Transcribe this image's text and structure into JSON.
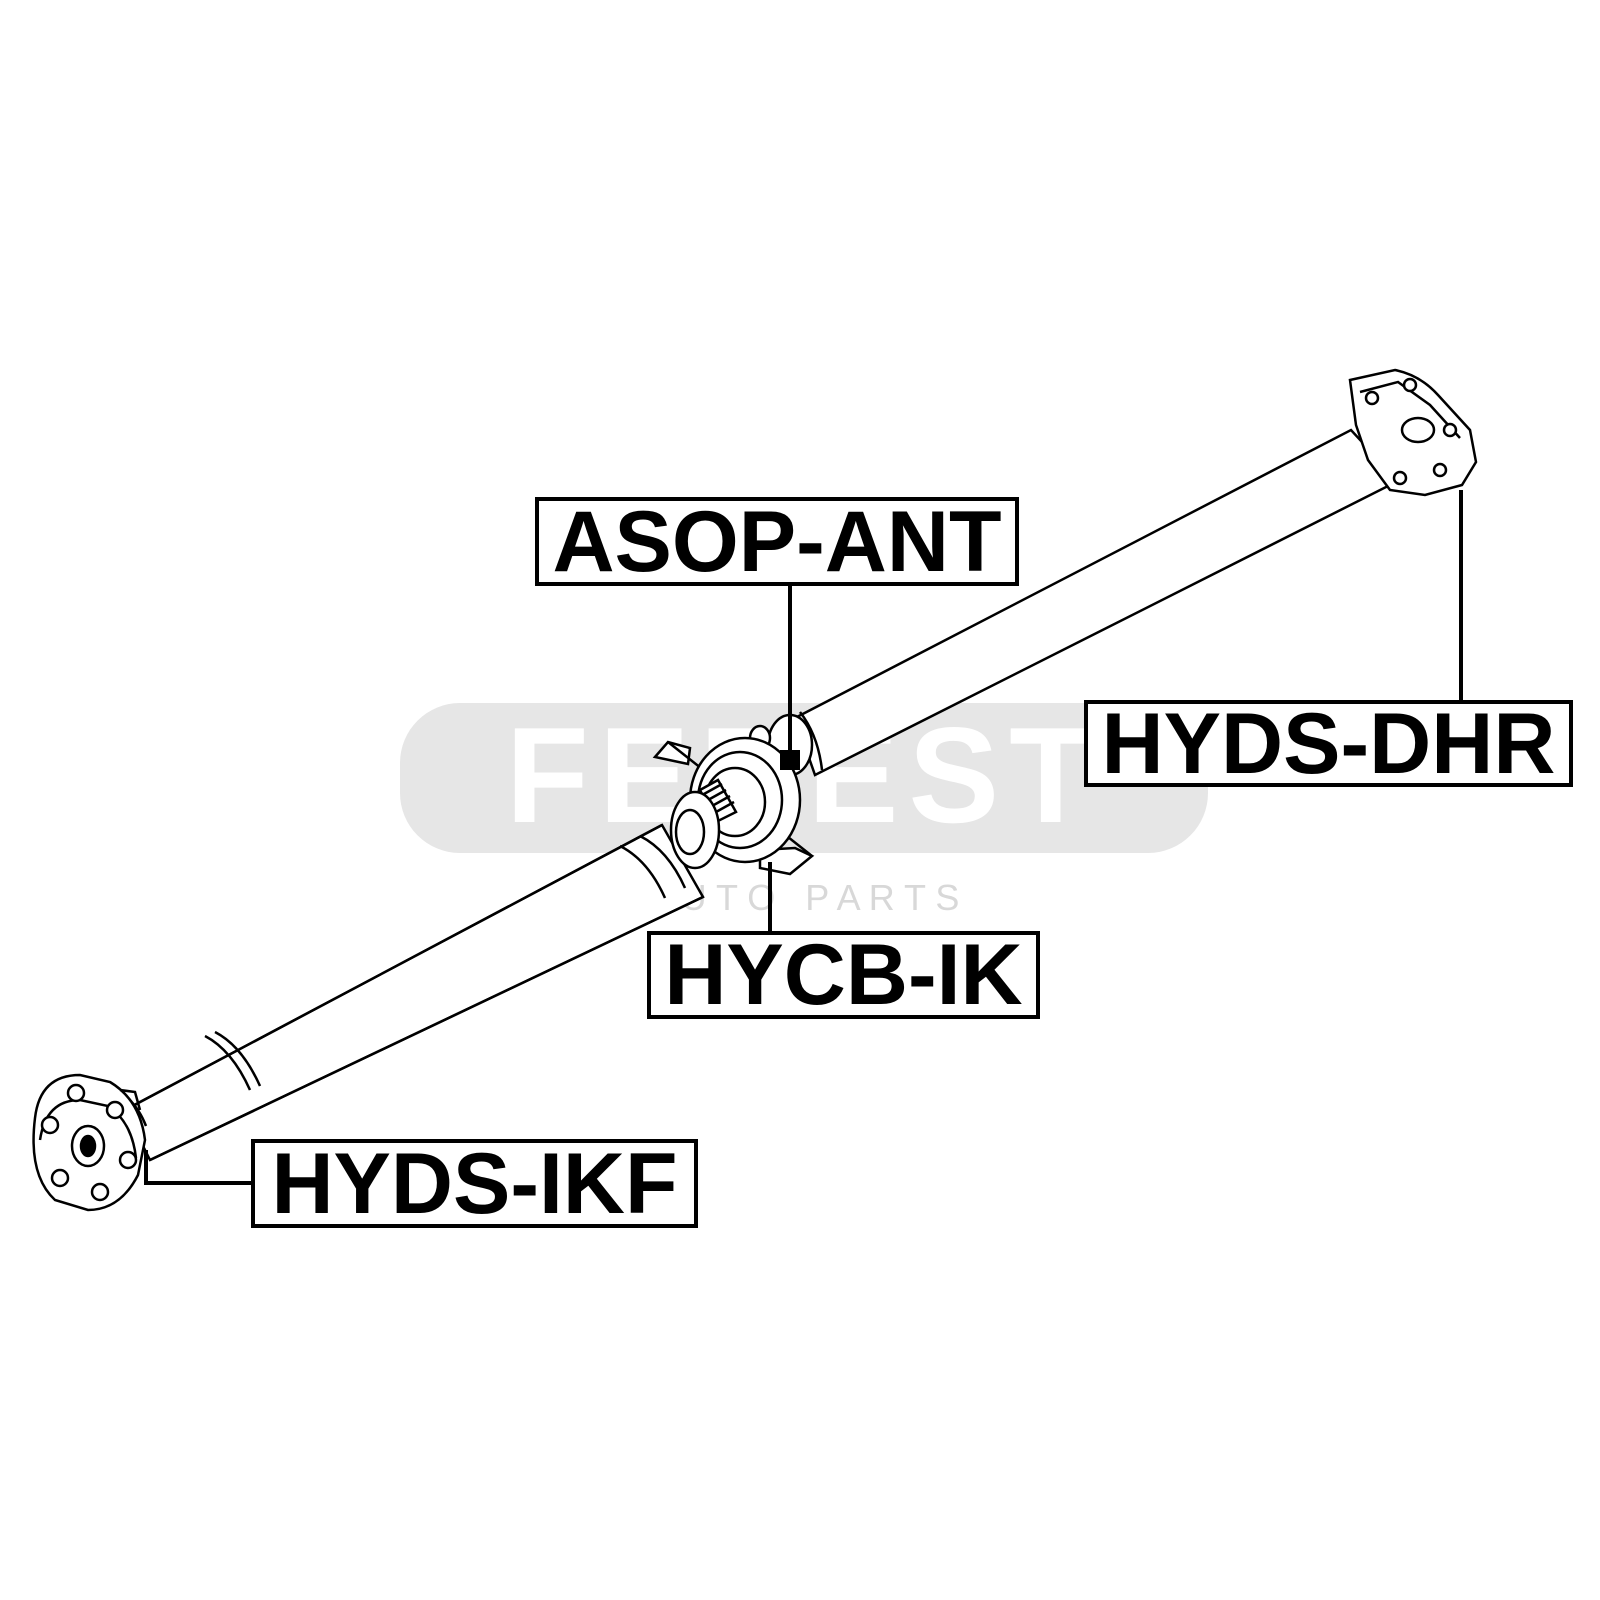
{
  "watermark": {
    "brand": "FEBEST",
    "tagline": "A U T O   P A R T S",
    "color": "#e3e3e3"
  },
  "labels": {
    "asop_ant": "ASOP-ANT",
    "hyds_dhr": "HYDS-DHR",
    "hycb_ik": "HYCB-IK",
    "hyds_ikf": "HYDS-IKF"
  }
}
